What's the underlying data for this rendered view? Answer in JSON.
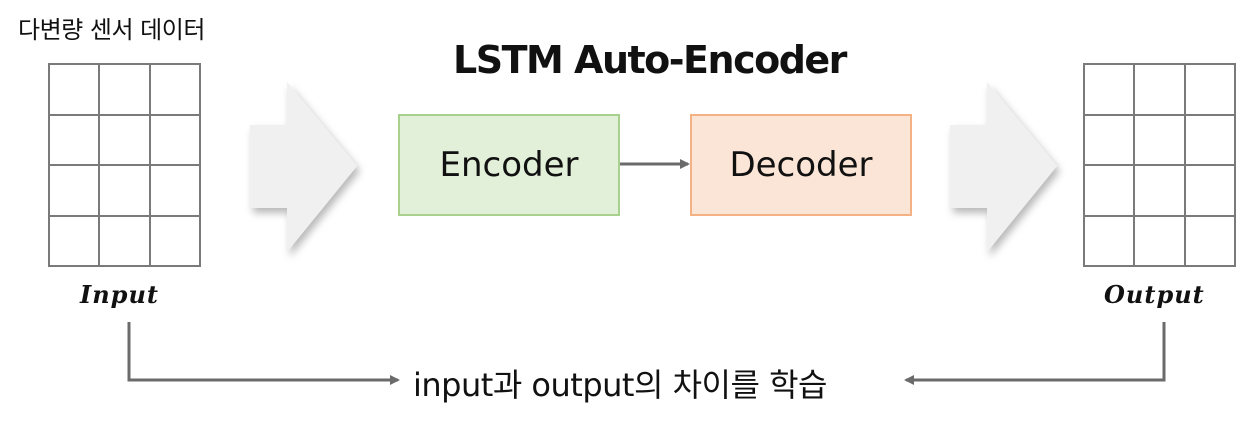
{
  "caption": "다변량 센서 데이터",
  "title": "LSTM Auto-Encoder",
  "input_label": "Input",
  "output_label": "Output",
  "encoder_label": "Encoder",
  "decoder_label": "Decoder",
  "bottom_text": "input과 output의 차이를 학습",
  "grid": {
    "rows": 4,
    "cols": 3
  },
  "colors": {
    "encoder_fill": "#e2efd9",
    "encoder_border": "#a9d18e",
    "decoder_fill": "#fbe5d6",
    "decoder_border": "#f4b183",
    "arrow_gray": "#6b6b6b",
    "big_arrow_fill": "#f0f0f0"
  }
}
